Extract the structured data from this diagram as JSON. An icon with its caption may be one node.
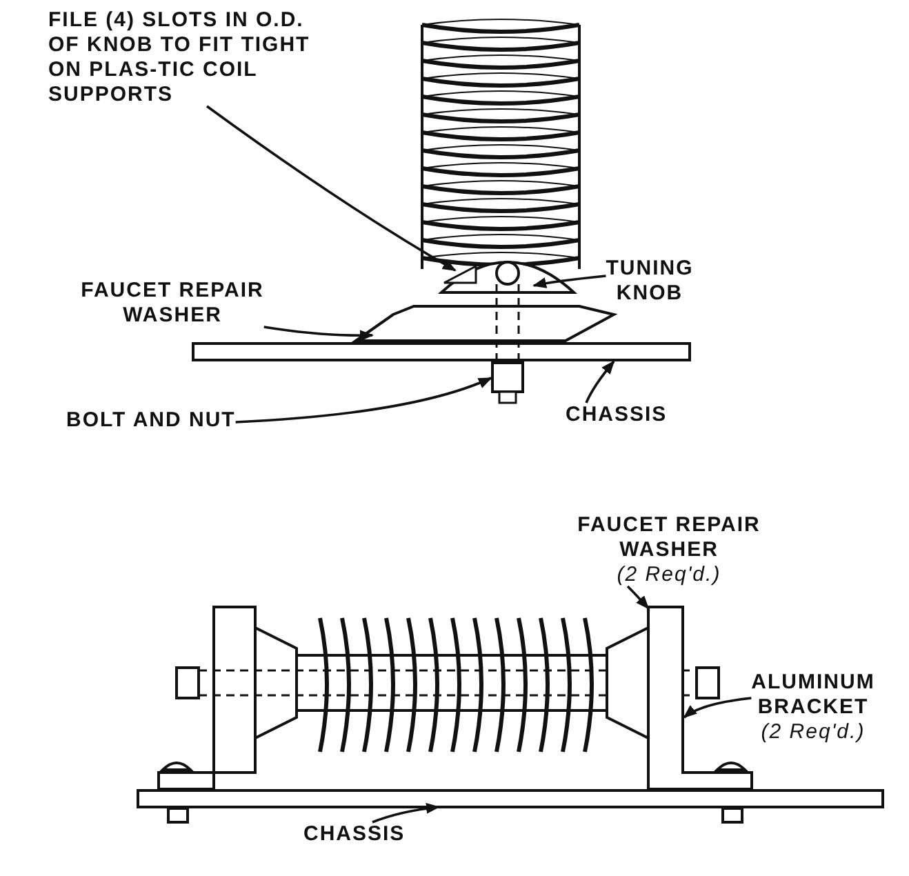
{
  "diagram": {
    "nodes": [
      {
        "text": [
          "FILE (4) SLOTS IN O.D. OF KNOB TO FIT TIGHT ON PLAS-TIC COIL SUPPORTS"
        ]
      },
      {
        "text": [
          "TUNING KNOB"
        ]
      },
      {
        "text": [
          "FAUCET REPAIR WASHER"
        ]
      },
      {
        "text": [
          "BOLT AND NUT"
        ]
      },
      {
        "text": [
          "CHASSIS"
        ]
      },
      {
        "text": [
          "FAUCET REPAIR WASHER",
          "(2 Req'd.)"
        ]
      },
      {
        "text": [
          "ALUMINUM BRACKET",
          "(2 Req'd.)"
        ]
      },
      {
        "text": [
          "CHASSIS"
        ]
      },
      {
        "text": [],
        "shape": "picture"
      },
      {
        "text": [],
        "shape": "picture"
      },
      {
        "text": [],
        "shape": "trapezoid"
      },
      {
        "text": [],
        "shape": "picture"
      },
      {
        "text": [],
        "shape": "bar"
      },
      {
        "text": [],
        "shape": "trapezoid"
      },
      {
        "text": [],
        "shape": "picture"
      },
      {
        "text": [],
        "shape": "bar"
      }
    ],
    "edges": [
      {
        "from": 0,
        "to": 8,
        "arrow": "to"
      },
      {
        "from": 1,
        "to": 9,
        "arrow": "to"
      },
      {
        "from": 2,
        "to": 10,
        "arrow": "to"
      },
      {
        "from": 3,
        "to": 11,
        "arrow": "to"
      },
      {
        "from": 4,
        "to": 12,
        "arrow": "to"
      },
      {
        "from": 5,
        "to": 13,
        "arrow": "to"
      },
      {
        "from": 6,
        "to": 14,
        "arrow": "to"
      },
      {
        "from": 7,
        "to": 15,
        "arrow": "to"
      }
    ]
  }
}
